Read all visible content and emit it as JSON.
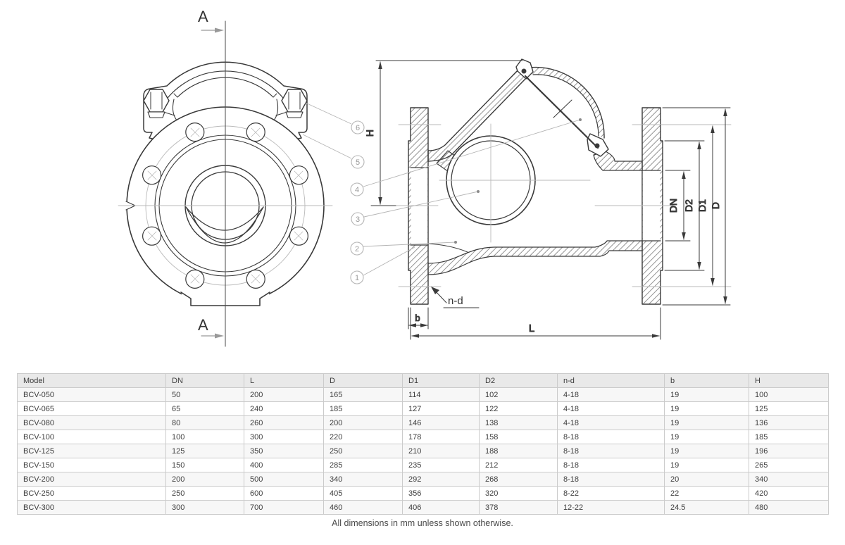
{
  "drawing": {
    "section_label": "A",
    "callouts": [
      "1",
      "2",
      "3",
      "4",
      "5",
      "6"
    ],
    "dims": {
      "H": "H",
      "L": "L",
      "b": "b",
      "nd": "n-d",
      "DN": "DN",
      "D2": "D2",
      "D1": "D1",
      "D": "D"
    }
  },
  "table": {
    "headers": [
      "Model",
      "DN",
      "L",
      "D",
      "D1",
      "D2",
      "n-d",
      "b",
      "H"
    ],
    "rows": [
      [
        "BCV-050",
        "50",
        "200",
        "165",
        "114",
        "102",
        "4-18",
        "19",
        "100"
      ],
      [
        "BCV-065",
        "65",
        "240",
        "185",
        "127",
        "122",
        "4-18",
        "19",
        "125"
      ],
      [
        "BCV-080",
        "80",
        "260",
        "200",
        "146",
        "138",
        "4-18",
        "19",
        "136"
      ],
      [
        "BCV-100",
        "100",
        "300",
        "220",
        "178",
        "158",
        "8-18",
        "19",
        "185"
      ],
      [
        "BCV-125",
        "125",
        "350",
        "250",
        "210",
        "188",
        "8-18",
        "19",
        "196"
      ],
      [
        "BCV-150",
        "150",
        "400",
        "285",
        "235",
        "212",
        "8-18",
        "19",
        "265"
      ],
      [
        "BCV-200",
        "200",
        "500",
        "340",
        "292",
        "268",
        "8-18",
        "20",
        "340"
      ],
      [
        "BCV-250",
        "250",
        "600",
        "405",
        "356",
        "320",
        "8-22",
        "22",
        "420"
      ],
      [
        "BCV-300",
        "300",
        "700",
        "460",
        "406",
        "378",
        "12-22",
        "24.5",
        "480"
      ]
    ]
  },
  "footer": {
    "note": "All dimensions in mm unless shown otherwise."
  },
  "colors": {
    "line": "#3a3a3a",
    "centerline": "#b9b9b9",
    "hatch": "#6f6f6f",
    "table_border": "#cbcbcb",
    "table_header_bg": "#e9e9e9",
    "table_stripe_bg": "#f7f7f7"
  }
}
